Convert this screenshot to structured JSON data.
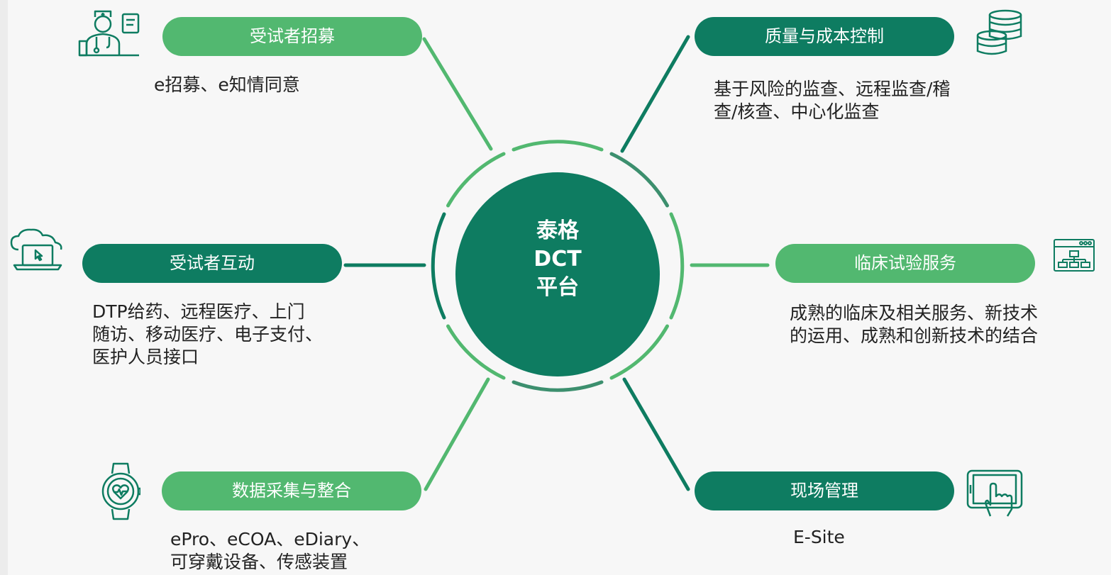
{
  "hub": {
    "lines": [
      "泰格",
      "DCT",
      "平台"
    ]
  },
  "branches": [
    {
      "id": "recruitment",
      "title": "受试者招募",
      "icon": "doctor-icon",
      "desc": [
        "e招募、e知情同意"
      ]
    },
    {
      "id": "quality",
      "title": "质量与成本控制",
      "icon": "database-stack-icon",
      "desc": [
        "基于风险的监查、远程监查/稽",
        "查/核查、中心化监查"
      ]
    },
    {
      "id": "interaction",
      "title": "受试者互动",
      "icon": "cloud-laptop-icon",
      "desc": [
        "DTP给药、远程医疗、上门",
        "随访、移动医疗、电子支付、",
        "医护人员接口"
      ]
    },
    {
      "id": "clinical",
      "title": "临床试验服务",
      "icon": "network-window-icon",
      "desc": [
        "成熟的临床及相关服务、新技术",
        "的运用、成熟和创新技术的结合"
      ]
    },
    {
      "id": "data",
      "title": "数据采集与整合",
      "icon": "smartwatch-icon",
      "desc": [
        "ePro、eCOA、eDiary、",
        "可穿戴设备、传感装置"
      ]
    },
    {
      "id": "site",
      "title": "现场管理",
      "icon": "tablet-touch-icon",
      "desc": [
        "E-Site"
      ]
    }
  ],
  "colors": {
    "dark": "#0e7c61",
    "light": "#52b870",
    "ring_mid": "#3c8f6e"
  }
}
